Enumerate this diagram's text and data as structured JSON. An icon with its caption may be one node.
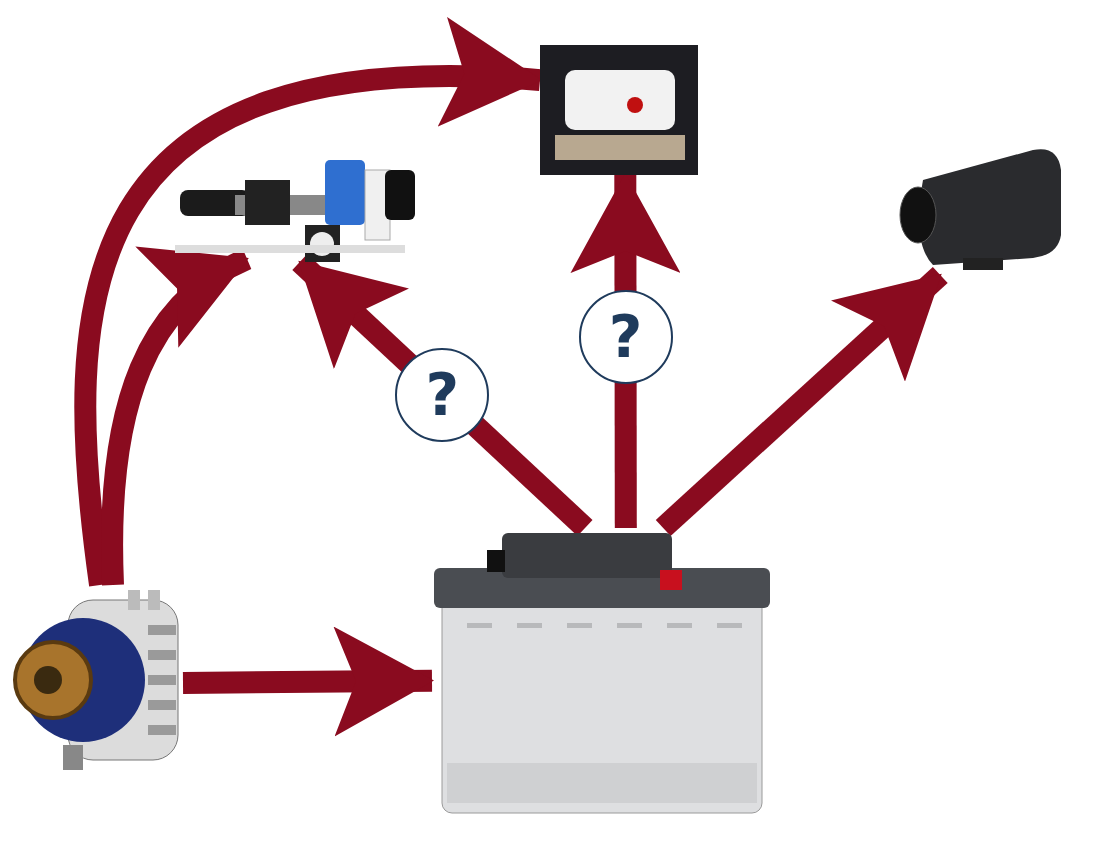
{
  "diagram": {
    "nodes": [
      {
        "text": [],
        "shape": "picture"
      },
      {
        "text": [],
        "shape": "picture"
      },
      {
        "text": [],
        "shape": "picture"
      },
      {
        "text": [],
        "shape": "picture"
      },
      {
        "text": [],
        "shape": "picture"
      }
    ],
    "edges": [
      {
        "from": 0,
        "to": 3,
        "arrow": "to"
      },
      {
        "from": 0,
        "to": 2,
        "arrow": "to"
      },
      {
        "from": 0,
        "to": 1,
        "arrow": "to"
      },
      {
        "from": 1,
        "to": 2,
        "arrow": "to",
        "label": "?"
      },
      {
        "from": 1,
        "to": 3,
        "arrow": "to",
        "label": "?"
      },
      {
        "from": 1,
        "to": 4,
        "arrow": "to"
      }
    ]
  }
}
